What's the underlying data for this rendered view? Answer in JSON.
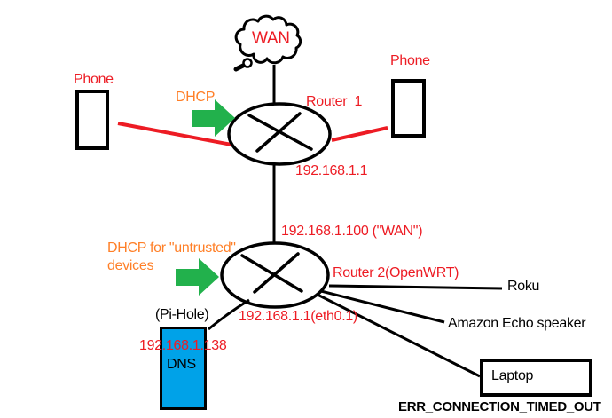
{
  "colors": {
    "red": "#ED1C24",
    "orange": "#FF7F27",
    "green": "#22B14C",
    "blue": "#00A2E8",
    "black": "#000000"
  },
  "nodes": {
    "wan": {
      "label": "WAN"
    },
    "phone_left": {
      "label": "Phone"
    },
    "phone_right": {
      "label": "Phone"
    },
    "router1": {
      "label": "Router  1",
      "ip": "192.168.1.1"
    },
    "router2": {
      "label": "Router 2(OpenWRT)",
      "wan_ip": "192.168.1.100 (\"WAN\")",
      "lan_ip": "192.168.1.1(eth0.1)"
    },
    "pihole": {
      "caption": "(Pi-Hole)",
      "ip": "192.168.1.138",
      "label": "DNS"
    },
    "roku": {
      "label": "Roku"
    },
    "echo": {
      "label": "Amazon Echo speaker"
    },
    "laptop": {
      "label": "Laptop"
    }
  },
  "annotations": {
    "dhcp": {
      "label": "DHCP"
    },
    "dhcp_untrusted": {
      "line1": "DHCP for \"untrusted\"",
      "line2": "devices"
    },
    "error": "ERR_CONNECTION_TIMED_OUT"
  }
}
